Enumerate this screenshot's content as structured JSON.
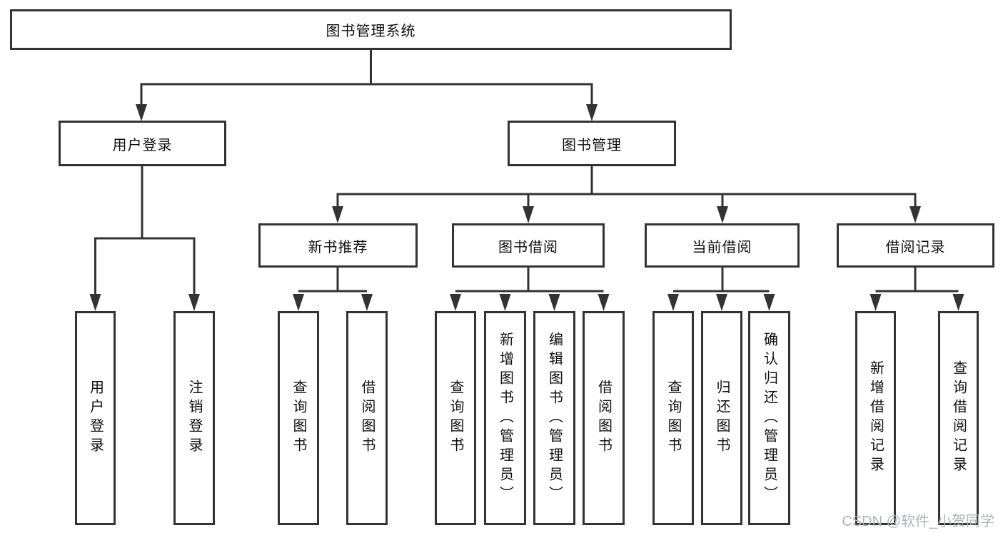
{
  "diagram": {
    "root": {
      "label": "图书管理系统"
    },
    "level2": [
      {
        "label": "用户登录"
      },
      {
        "label": "图书管理"
      }
    ],
    "level3": [
      {
        "label": "新书推荐"
      },
      {
        "label": "图书借阅"
      },
      {
        "label": "当前借阅"
      },
      {
        "label": "借阅记录"
      }
    ],
    "leaves": [
      {
        "label": "用户登录"
      },
      {
        "label": "注销登录"
      },
      {
        "label": "查询图书"
      },
      {
        "label": "借阅图书"
      },
      {
        "label": "查询图书"
      },
      {
        "label": "新增图书（管理员）"
      },
      {
        "label": "编辑图书（管理员）"
      },
      {
        "label": "借阅图书"
      },
      {
        "label": "查询图书"
      },
      {
        "label": "归还图书"
      },
      {
        "label": "确认归还（管理员）"
      },
      {
        "label": "新增借阅记录"
      },
      {
        "label": "查询借阅记录"
      }
    ],
    "watermark": "CSDN @软件_小贺同学",
    "colors": {
      "line": "#333333",
      "text": "#111111",
      "watermark": "#b0b4ba",
      "background": "#ffffff"
    }
  }
}
